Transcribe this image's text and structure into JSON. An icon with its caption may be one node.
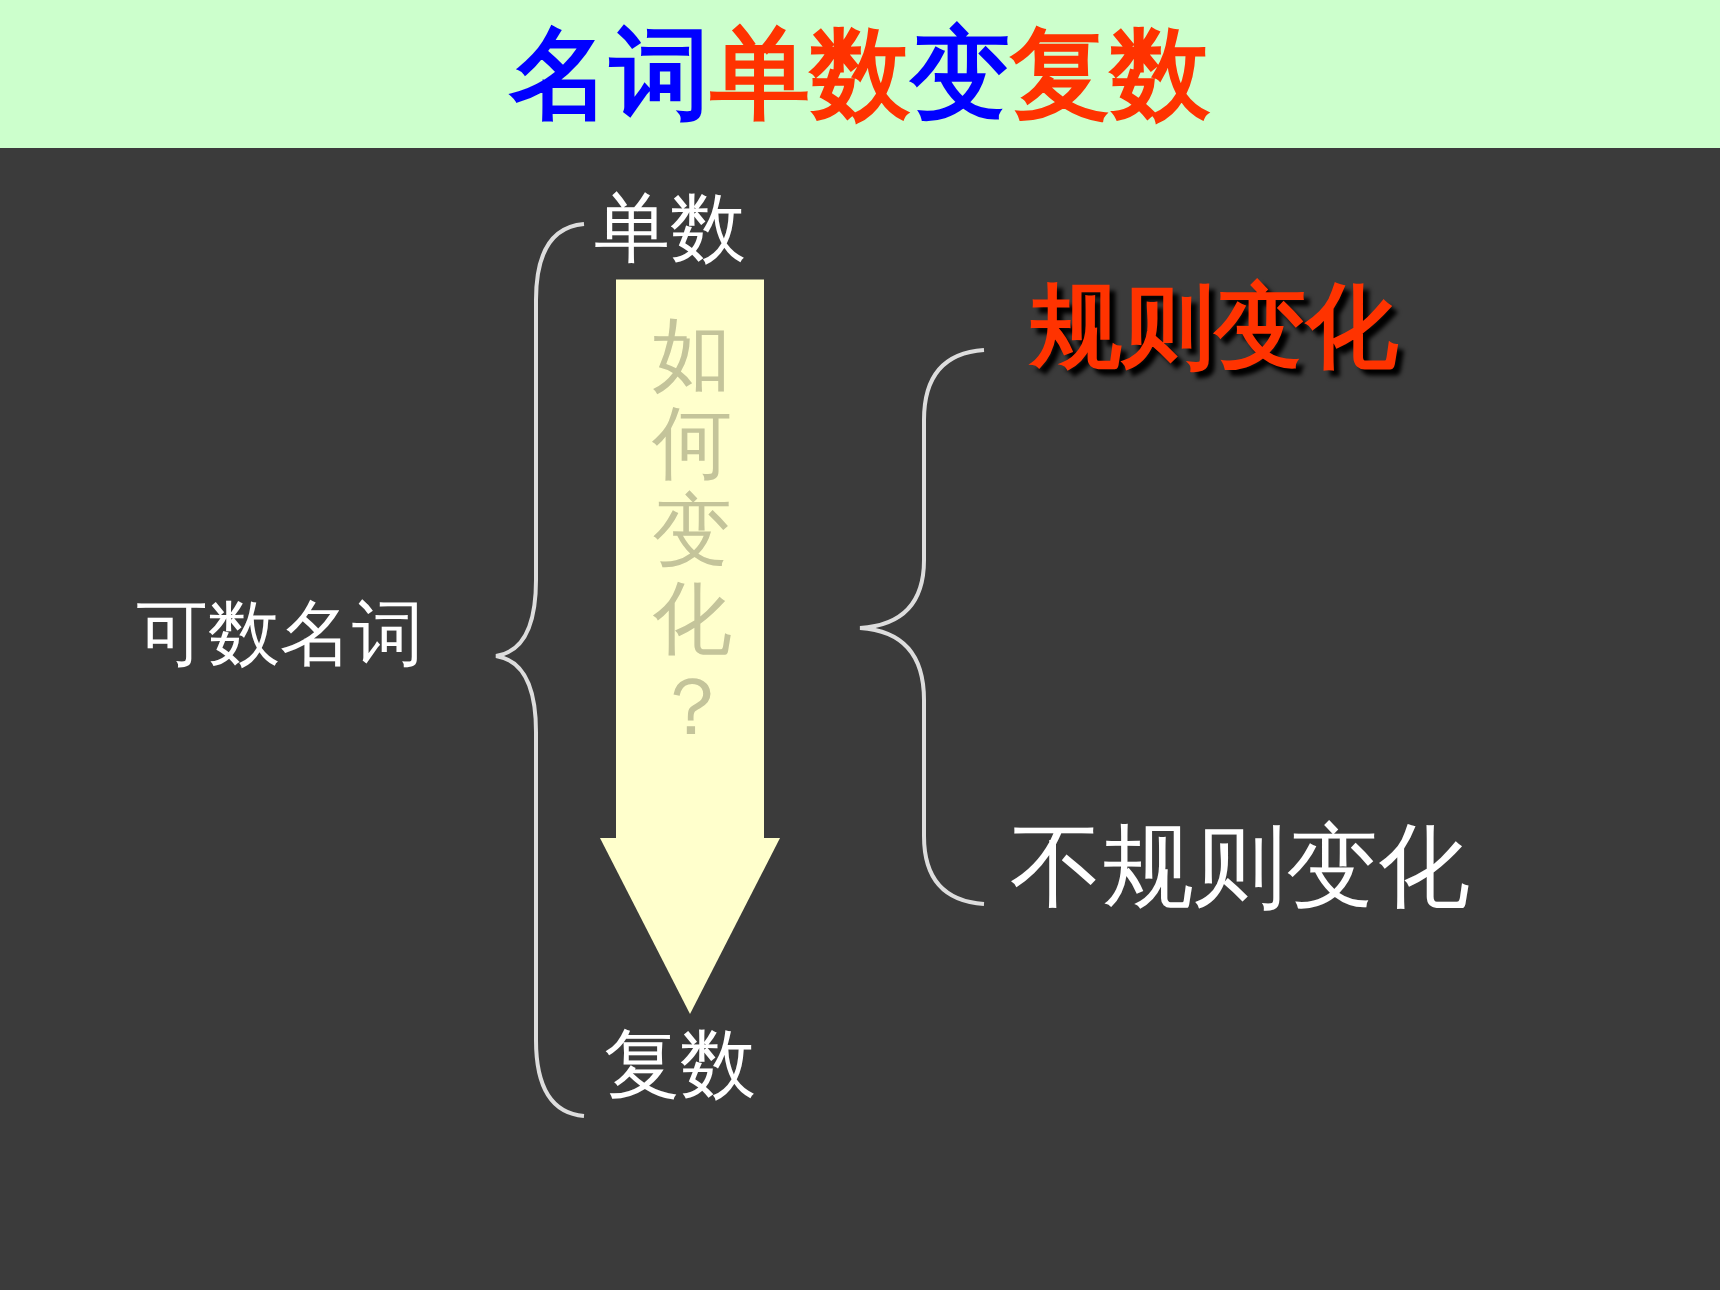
{
  "diagram": {
    "title": "名词单数变复数",
    "nodes": [
      {
        "text": [
          "可数名词"
        ]
      },
      {
        "text": [
          "单数"
        ]
      },
      {
        "text": [
          "复数"
        ]
      },
      {
        "text": [
          "规则变化"
        ]
      },
      {
        "text": [
          "不规则变化"
        ]
      }
    ],
    "edges": [
      {
        "from": 1,
        "to": 2,
        "arrow": "to",
        "label": "如何变化？"
      }
    ]
  }
}
